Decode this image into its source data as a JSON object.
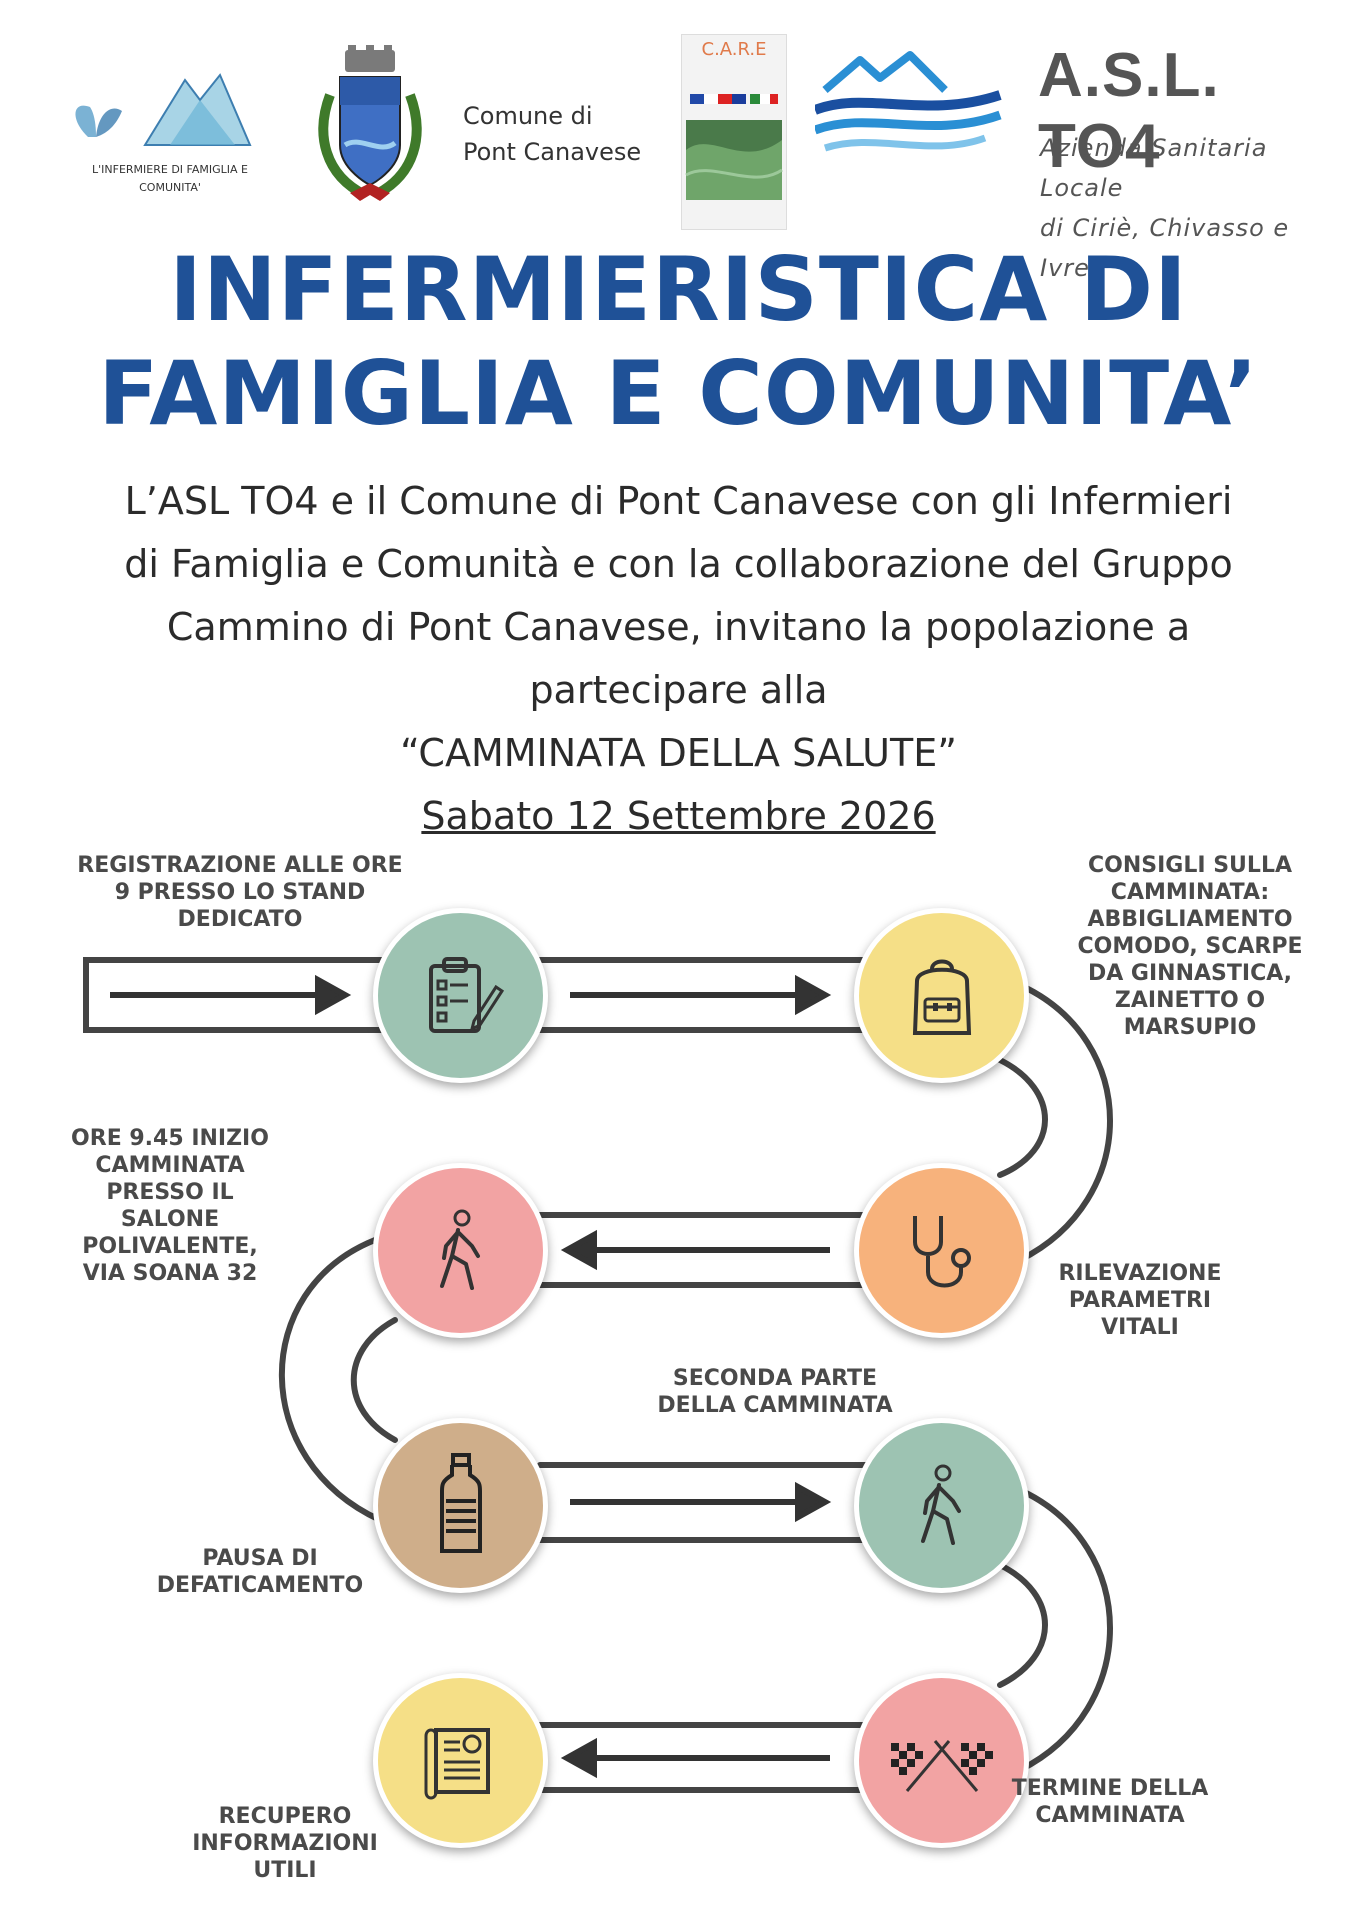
{
  "header": {
    "ifec_logo_text": "L'INFERMIERE DI FAMIGLIA E COMUNITA'",
    "comune_line1": "Comune di",
    "comune_line2": "Pont Canavese",
    "care_logo_text": "C.A.R.E",
    "asl_title": "A.S.L. TO4",
    "asl_sub1": "Azienda Sanitaria Locale",
    "asl_sub2": "di Ciriè, Chivasso e Ivrea"
  },
  "title": {
    "line1": "INFERMIERISTICA DI",
    "line2": "FAMIGLIA E COMUNITA’"
  },
  "intro": {
    "line1": "L’ASL TO4 e il Comune di Pont Canavese con gli Infermieri",
    "line2": "di Famiglia e Comunità e con la collaborazione del Gruppo",
    "line3": "Cammino di Pont Canavese, invitano la popolazione a",
    "line4": "partecipare alla",
    "event": "“CAMMINATA DELLA SALUTE”",
    "date": "Sabato 12 Settembre 2026"
  },
  "steps": {
    "registration": "REGISTRAZIONE ALLE ORE 9 PRESSO LO STAND DEDICATO",
    "advice": "CONSIGLI SULLA CAMMINATA: ABBIGLIAMENTO COMODO, SCARPE DA GINNASTICA, ZAINETTO O MARSUPIO",
    "start": "ORE 9.45 INIZIO CAMMINATA PRESSO IL SALONE POLIVALENTE, VIA SOANA 32",
    "vitals": "RILEVAZIONE PARAMETRI VITALI",
    "second": "SECONDA PARTE DELLA CAMMINATA",
    "pause": "PAUSA DI DEFATICAMENTO",
    "end": "TERMINE DELLA CAMMINATA",
    "info": "RECUPERO INFORMAZIONI UTILI"
  },
  "colors": {
    "title_blue": "#1f5197",
    "teal": "#9dc3b2",
    "yellow": "#f5df87",
    "pink": "#f2a3a3",
    "orange": "#f7b27c",
    "tan": "#cfae8a",
    "path": "#444444"
  },
  "icons": {
    "registration": "clipboard-icon",
    "advice": "backpack-icon",
    "start": "walking-person-icon",
    "vitals": "stethoscope-icon",
    "pause": "water-bottle-icon",
    "second": "walking-person-icon",
    "end": "checkered-flags-icon",
    "info": "document-scroll-icon"
  }
}
